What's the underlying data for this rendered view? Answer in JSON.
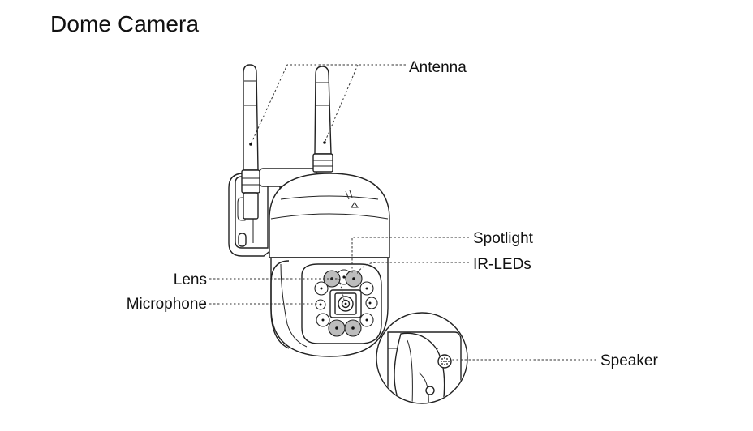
{
  "title": "Dome Camera",
  "labels": {
    "antenna": "Antenna",
    "spotlight": "Spotlight",
    "ir_leds": "IR-LEDs",
    "lens": "Lens",
    "microphone": "Microphone",
    "speaker": "Speaker"
  }
}
